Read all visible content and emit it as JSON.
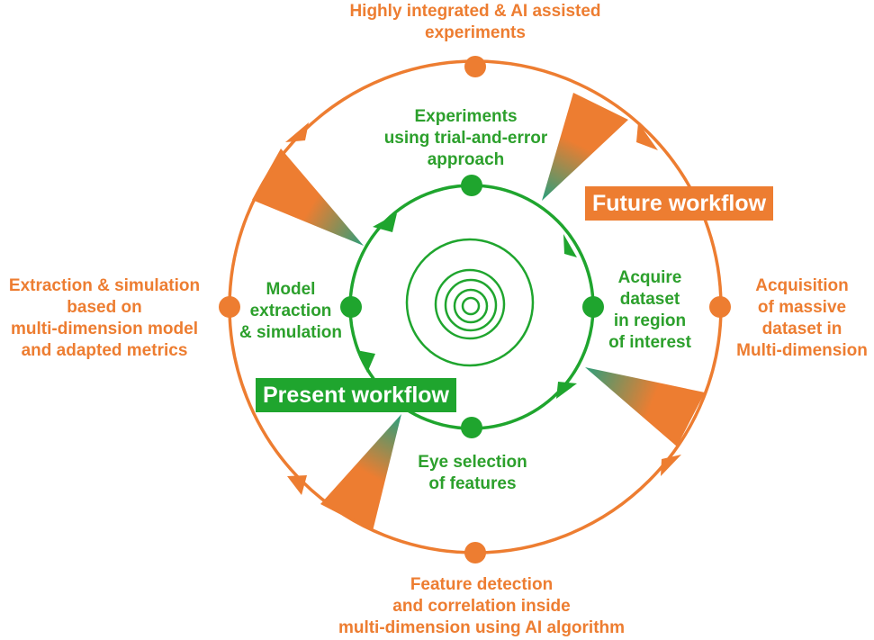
{
  "colors": {
    "future": "#ED7D31",
    "present": "#1FA52E",
    "present_text": "#2CA02C",
    "transition_start": "#2E9E7A",
    "transition_end": "#ED7D31"
  },
  "outer_cycle": {
    "legend": "Future workflow",
    "stages": [
      "Highly integrated & AI assisted\nexperiments",
      "Acquisition\nof massive\ndataset in\nMulti-dimension",
      "Feature detection\nand correlation inside\nmulti-dimension using AI algorithm",
      "Extraction & simulation\nbased on\nmulti-dimension model\nand adapted metrics"
    ]
  },
  "inner_cycle": {
    "legend": "Present workflow",
    "stages": [
      "Experiments\nusing trial-and-error\napproach",
      "Acquire\ndataset\nin region\nof interest",
      "Eye selection\nof features",
      "Model\nextraction\n& simulation"
    ]
  }
}
